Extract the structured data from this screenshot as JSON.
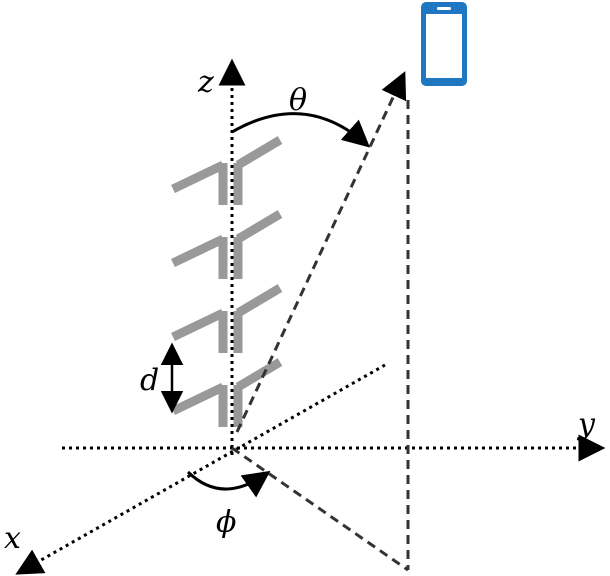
{
  "axes": {
    "x_label": "x",
    "y_label": "y",
    "z_label": "z"
  },
  "angles": {
    "theta_label": "θ",
    "phi_label": "ϕ"
  },
  "spacing": {
    "d_label": "d"
  },
  "antenna_array": {
    "element_count": 4
  },
  "colors": {
    "axis": "#000000",
    "dashed_line": "#333333",
    "antenna": "#999999",
    "phone_body": "#1f77c4",
    "phone_screen": "#ffffff"
  },
  "icons": {
    "user_device": "smartphone-icon"
  }
}
